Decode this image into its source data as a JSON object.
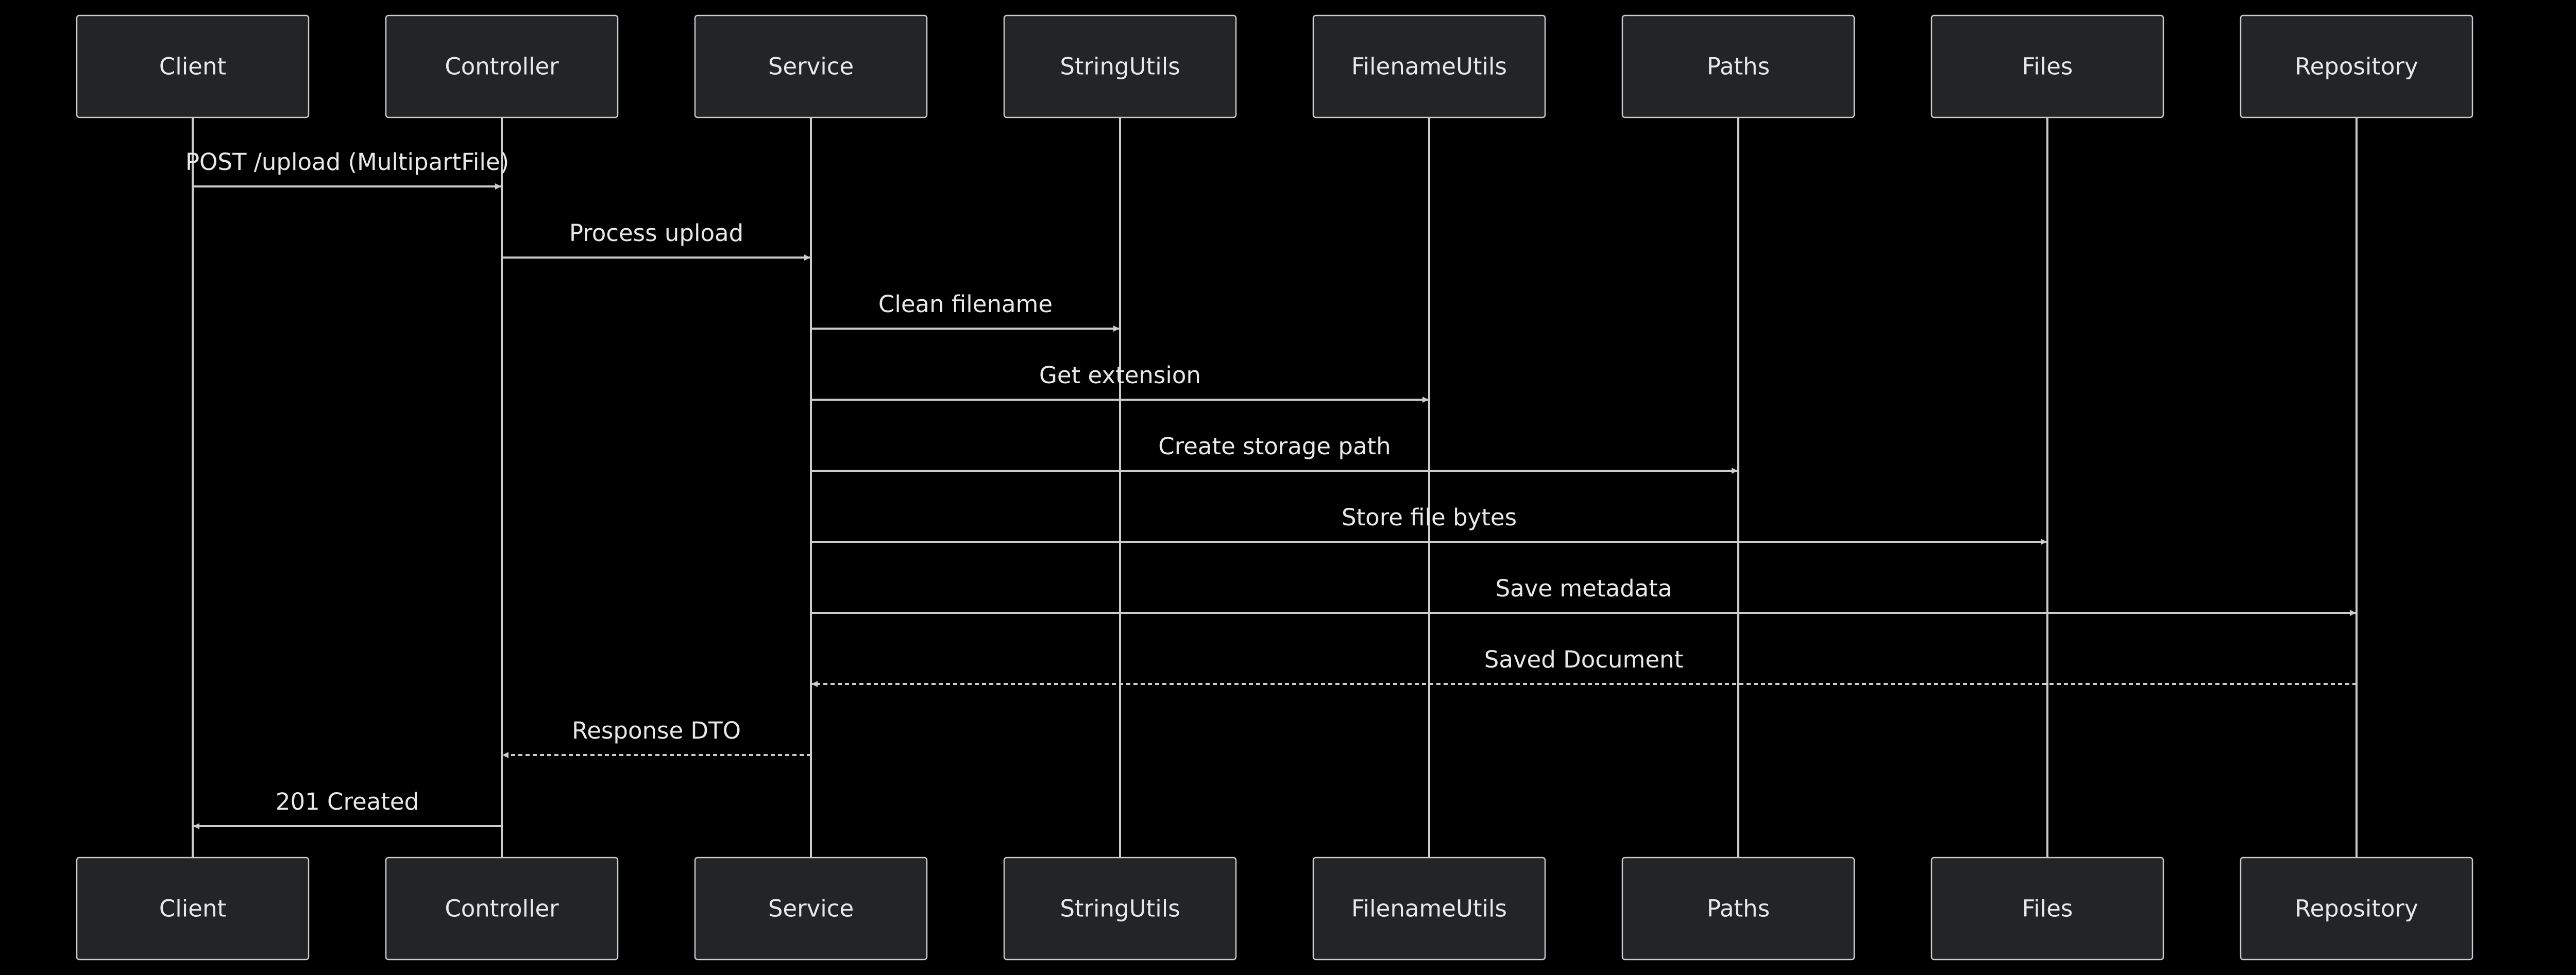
{
  "colors": {
    "background": "#000000",
    "actor_fill": "#222425",
    "actor_stroke": "#cccccc",
    "line": "#cccccc",
    "text": "#e8e8e8"
  },
  "participants": [
    "Client",
    "Controller",
    "Service",
    "StringUtils",
    "FilenameUtils",
    "Paths",
    "Files",
    "Repository"
  ],
  "messages": [
    {
      "from": 0,
      "to": 1,
      "label": "POST /upload (MultipartFile)",
      "style": "solid"
    },
    {
      "from": 1,
      "to": 2,
      "label": "Process upload",
      "style": "solid"
    },
    {
      "from": 2,
      "to": 3,
      "label": "Clean filename",
      "style": "solid"
    },
    {
      "from": 2,
      "to": 4,
      "label": "Get extension",
      "style": "solid"
    },
    {
      "from": 2,
      "to": 5,
      "label": "Create storage path",
      "style": "solid"
    },
    {
      "from": 2,
      "to": 6,
      "label": "Store file bytes",
      "style": "solid"
    },
    {
      "from": 2,
      "to": 7,
      "label": "Save metadata",
      "style": "solid"
    },
    {
      "from": 7,
      "to": 2,
      "label": "Saved Document",
      "style": "dashed"
    },
    {
      "from": 2,
      "to": 1,
      "label": "Response DTO",
      "style": "dashed"
    },
    {
      "from": 1,
      "to": 0,
      "label": "201 Created",
      "style": "solid"
    }
  ]
}
